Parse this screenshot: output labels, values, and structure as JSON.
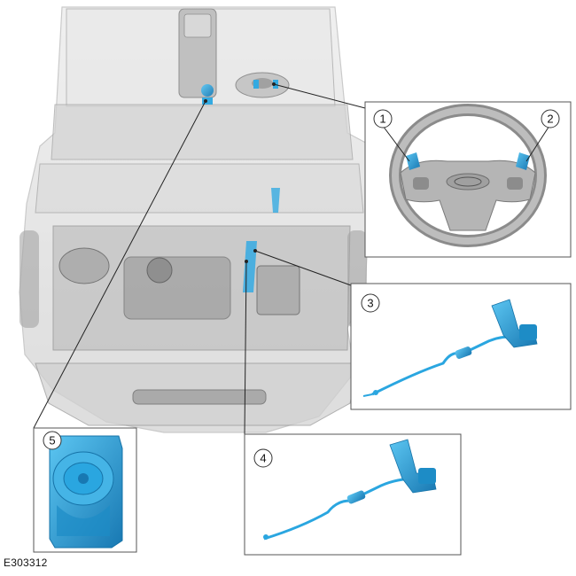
{
  "figure_id": "E303312",
  "callouts": [
    "1",
    "2",
    "3",
    "4",
    "5"
  ],
  "colors": {
    "component_blue": "#2aa6e0",
    "component_dark": "#1673a8",
    "vehicle_ghost": "#c9c9c9",
    "frame_border": "#555555"
  }
}
